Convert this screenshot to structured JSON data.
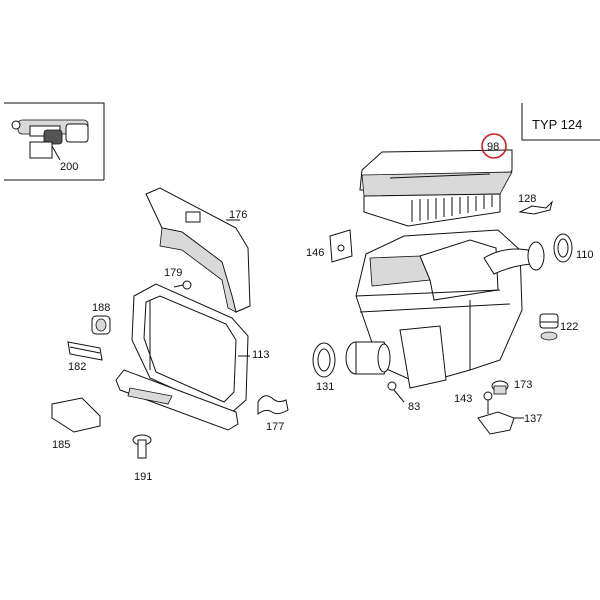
{
  "diagram": {
    "type_label": "TYP 124",
    "highlighted_part": "98",
    "accent_color": "#cc1f1f",
    "parts": [
      {
        "id": "p200",
        "label": "200"
      },
      {
        "id": "p98",
        "label": "98"
      },
      {
        "id": "p176",
        "label": "176"
      },
      {
        "id": "p128",
        "label": "128"
      },
      {
        "id": "p146",
        "label": "146"
      },
      {
        "id": "p110",
        "label": "110"
      },
      {
        "id": "p179",
        "label": "179"
      },
      {
        "id": "p188",
        "label": "188"
      },
      {
        "id": "p122",
        "label": "122"
      },
      {
        "id": "p173",
        "label": "173"
      },
      {
        "id": "p182",
        "label": "182"
      },
      {
        "id": "p113",
        "label": "113"
      },
      {
        "id": "p131",
        "label": "131"
      },
      {
        "id": "p143",
        "label": "143"
      },
      {
        "id": "p83",
        "label": "83"
      },
      {
        "id": "p177",
        "label": "177"
      },
      {
        "id": "p137",
        "label": "137"
      },
      {
        "id": "p185",
        "label": "185"
      },
      {
        "id": "p191",
        "label": "191"
      }
    ]
  }
}
